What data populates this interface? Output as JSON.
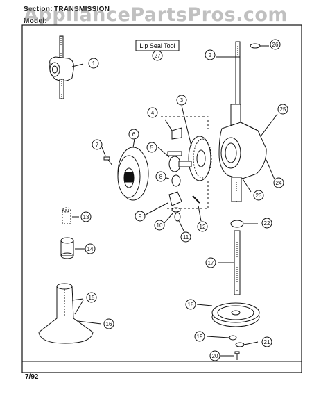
{
  "header": {
    "section_label": "Section:",
    "section_value": "TRANSMISSION",
    "model_label": "Model:"
  },
  "watermark": "AppliancePartsPros.com",
  "tool_label": "Lip Seal Tool",
  "footer_date": "7/92",
  "callouts": [
    "1",
    "2",
    "3",
    "4",
    "5",
    "6",
    "7",
    "8",
    "9",
    "10",
    "11",
    "12",
    "13",
    "14",
    "15",
    "16",
    "17",
    "18",
    "19",
    "20",
    "21",
    "22",
    "23",
    "24",
    "25",
    "26",
    "27"
  ],
  "colors": {
    "ink": "#111111",
    "watermark": "#8c8c8c",
    "background": "#ffffff"
  }
}
